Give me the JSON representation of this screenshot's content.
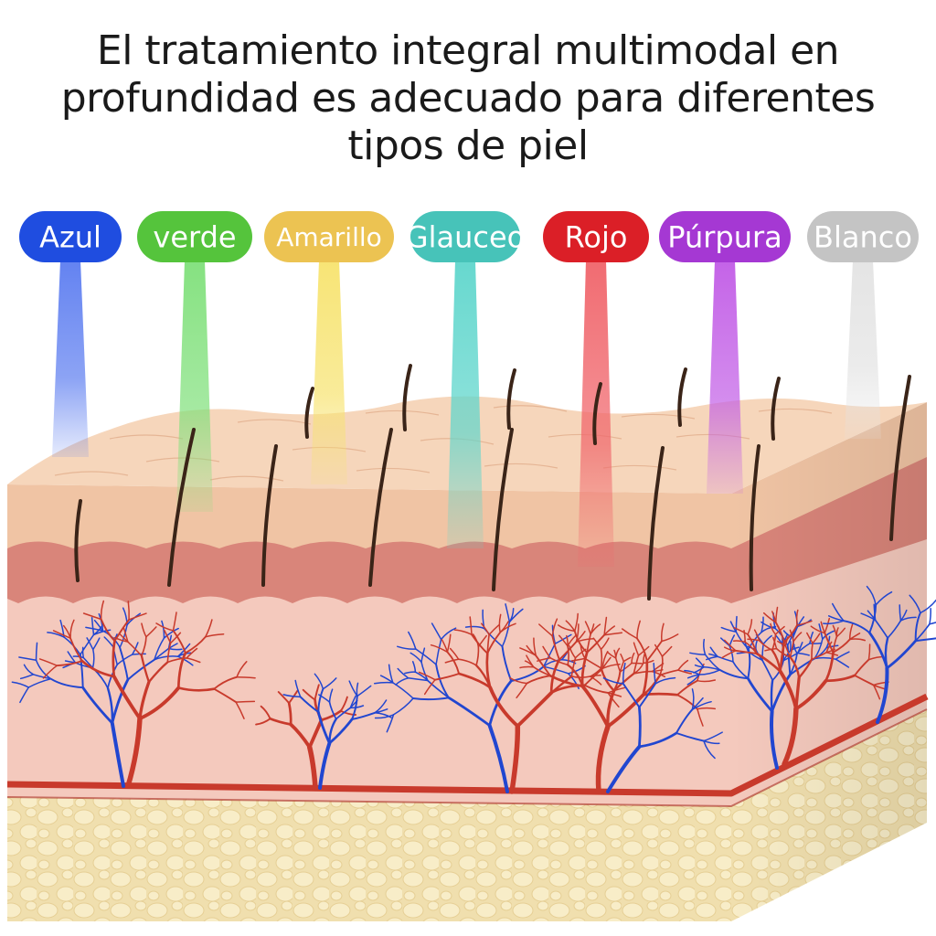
{
  "title_lines": [
    "El tratamiento integral multimodal en",
    "profundidad es adecuado para diferentes",
    "tipos de piel"
  ],
  "lights": [
    {
      "label": "Azul",
      "color": "#1f4de0",
      "beam": "#5b7cf0"
    },
    {
      "label": "verde",
      "color": "#55c43c",
      "beam": "#7fe07a"
    },
    {
      "label": "Amarillo",
      "color": "#ecc352",
      "beam": "#f7e36e"
    },
    {
      "label": "Glauceo",
      "color": "#47c3b9",
      "beam": "#5fd6cc"
    },
    {
      "label": "Rojo",
      "color": "#db1f27",
      "beam": "#f0646a"
    },
    {
      "label": "Púrpura",
      "color": "#a538d3",
      "beam": "#c15be6"
    },
    {
      "label": "Blanco",
      "color": "#c4c4c4",
      "beam": "#e3e3e3"
    }
  ],
  "colors": {
    "epidermis": "#f0c4a4",
    "epidermis_top": "#f6d6bb",
    "dermis_band": "#d9857a",
    "dermis": "#f4c9bd",
    "fat": "#f2e2b4",
    "fat_cell": "#f8edc8",
    "artery": "#c83a2c",
    "vein": "#2146d0",
    "hair": "#3a2418"
  }
}
